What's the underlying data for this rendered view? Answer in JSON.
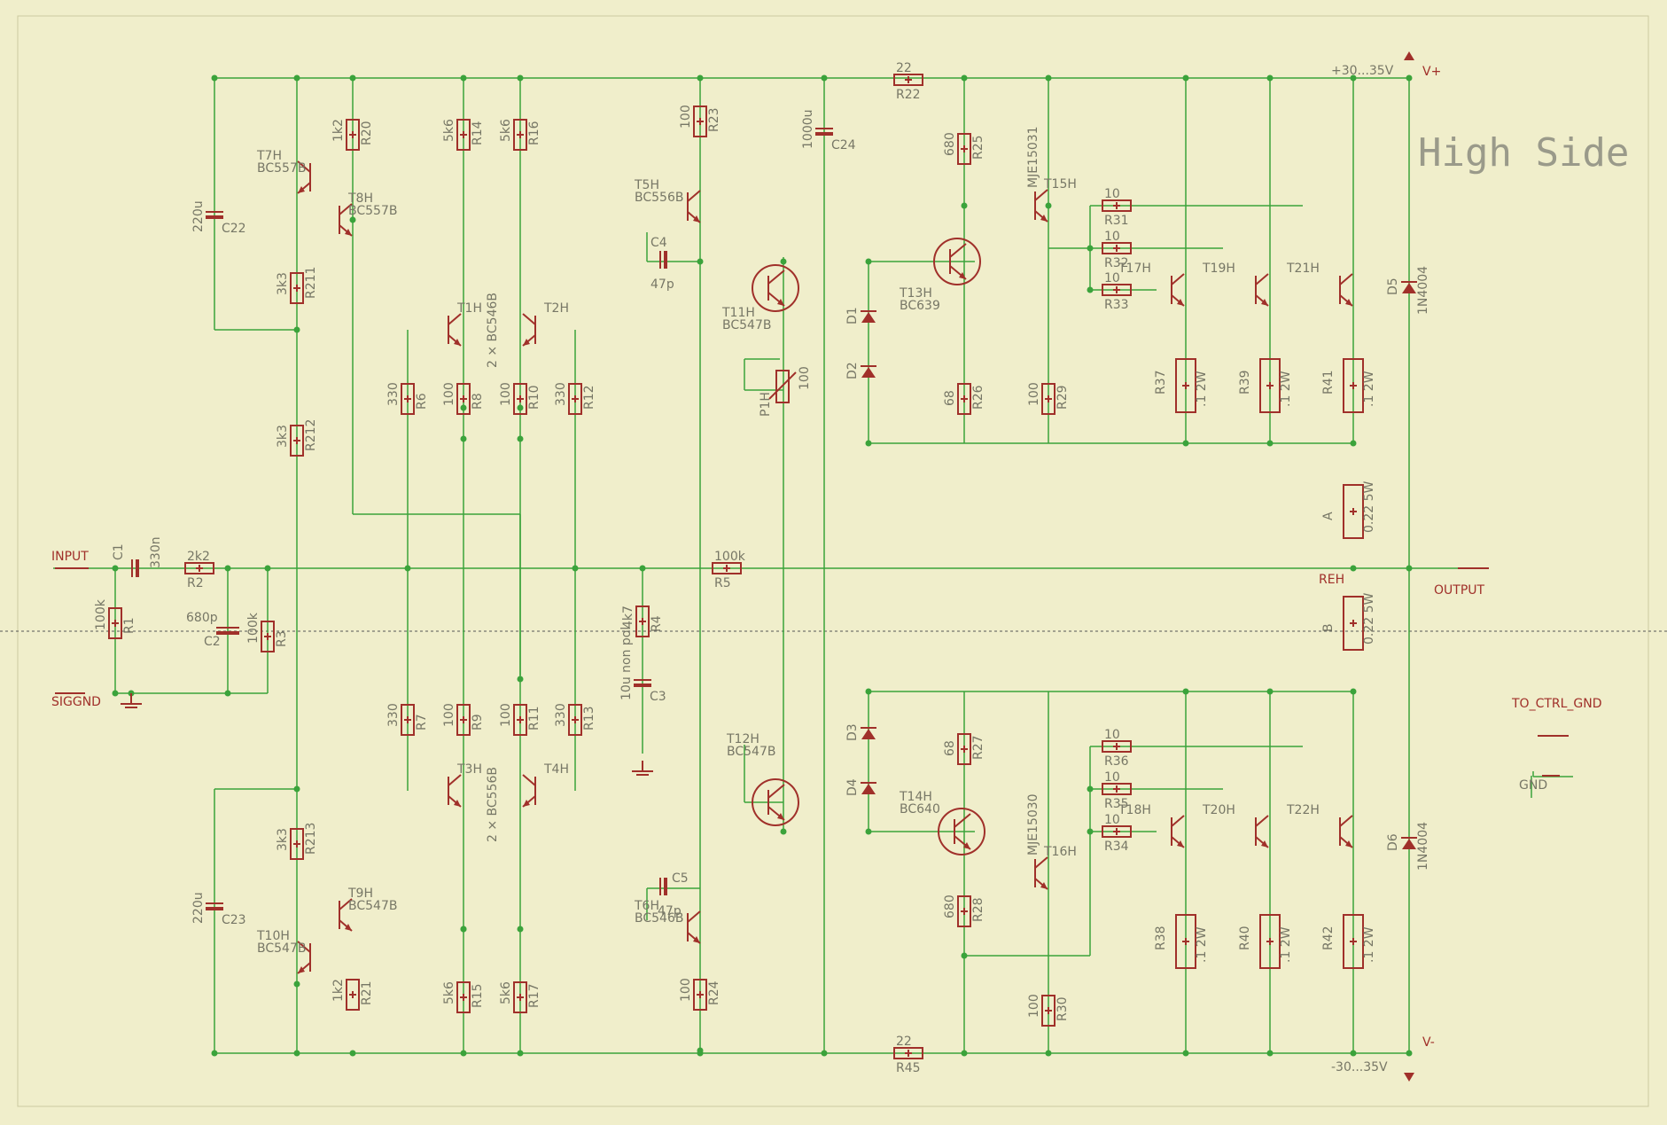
{
  "title": "High Side",
  "nets": {
    "input": "INPUT",
    "output": "OUTPUT",
    "siggnd": "SIGGND",
    "vplus": "V+",
    "vminus": "V-",
    "vplus_rating": "+30...35V",
    "vminus_rating": "-30...35V",
    "to_ctrl_gnd": "TO_CTRL_GND",
    "gnd": "GND",
    "reh": "REH"
  },
  "resistors": [
    {
      "name": "R20",
      "value": "1k2"
    },
    {
      "name": "R14",
      "value": "5k6"
    },
    {
      "name": "R16",
      "value": "5k6"
    },
    {
      "name": "R23",
      "value": "100"
    },
    {
      "name": "R211",
      "value": "3k3"
    },
    {
      "name": "R212",
      "value": "3k3"
    },
    {
      "name": "R6",
      "value": "330"
    },
    {
      "name": "R8",
      "value": "100"
    },
    {
      "name": "R10",
      "value": "100"
    },
    {
      "name": "R12",
      "value": "330"
    },
    {
      "name": "R1",
      "value": "100k"
    },
    {
      "name": "R2",
      "value": "2k2"
    },
    {
      "name": "R3",
      "value": "100k"
    },
    {
      "name": "R4",
      "value": "4k7"
    },
    {
      "name": "R5",
      "value": "100k"
    },
    {
      "name": "R7",
      "value": "330"
    },
    {
      "name": "R9",
      "value": "100"
    },
    {
      "name": "R11",
      "value": "100"
    },
    {
      "name": "R13",
      "value": "330"
    },
    {
      "name": "R213",
      "value": "3k3"
    },
    {
      "name": "R21",
      "value": "1k2"
    },
    {
      "name": "R15",
      "value": "5k6"
    },
    {
      "name": "R17",
      "value": "5k6"
    },
    {
      "name": "R24",
      "value": "100"
    },
    {
      "name": "R22",
      "value": "22"
    },
    {
      "name": "R45",
      "value": "22"
    },
    {
      "name": "R25",
      "value": "680"
    },
    {
      "name": "R26",
      "value": "68"
    },
    {
      "name": "R29",
      "value": "100"
    },
    {
      "name": "R27",
      "value": "68"
    },
    {
      "name": "R28",
      "value": "680"
    },
    {
      "name": "R30",
      "value": "100"
    },
    {
      "name": "R31",
      "value": "10"
    },
    {
      "name": "R32",
      "value": "10"
    },
    {
      "name": "R33",
      "value": "10"
    },
    {
      "name": "R36",
      "value": "10"
    },
    {
      "name": "R35",
      "value": "10"
    },
    {
      "name": "R34",
      "value": "10"
    },
    {
      "name": "R37",
      "value": ".1 2W"
    },
    {
      "name": "R39",
      "value": ".1 2W"
    },
    {
      "name": "R41",
      "value": ".1 2W"
    },
    {
      "name": "R38",
      "value": ".1 2W"
    },
    {
      "name": "R40",
      "value": ".1 2W"
    },
    {
      "name": "R42",
      "value": ".1 2W"
    },
    {
      "name": "A",
      "value": "0.22 5W"
    },
    {
      "name": "B",
      "value": "0.22 5W"
    }
  ],
  "capacitors": [
    {
      "name": "C1",
      "value": "330n"
    },
    {
      "name": "C2",
      "value": "680p"
    },
    {
      "name": "C22",
      "value": "220u"
    },
    {
      "name": "C23",
      "value": "220u"
    },
    {
      "name": "C3",
      "value": "10u non pol"
    },
    {
      "name": "C4",
      "value": "47p"
    },
    {
      "name": "C5",
      "value": "47p"
    },
    {
      "name": "C24",
      "value": "1000u"
    }
  ],
  "transistors": [
    {
      "name": "T7H",
      "part": "BC557B"
    },
    {
      "name": "T8H",
      "part": "BC557B"
    },
    {
      "name": "T9H",
      "part": "BC547B"
    },
    {
      "name": "T10H",
      "part": "BC547B"
    },
    {
      "name": "T1H",
      "part": ""
    },
    {
      "name": "T2H",
      "part": ""
    },
    {
      "name": "T3H",
      "part": ""
    },
    {
      "name": "T4H",
      "part": ""
    },
    {
      "name": "T5H",
      "part": "BC556B"
    },
    {
      "name": "T6H",
      "part": "BC546B"
    },
    {
      "name": "T11H",
      "part": "BC547B"
    },
    {
      "name": "T12H",
      "part": "BC547B"
    },
    {
      "name": "T13H",
      "part": "BC639"
    },
    {
      "name": "T14H",
      "part": "BC640"
    },
    {
      "name": "T15H",
      "part": "MJE15031"
    },
    {
      "name": "T16H",
      "part": "MJE15030"
    },
    {
      "name": "T17H",
      "part": ""
    },
    {
      "name": "T19H",
      "part": ""
    },
    {
      "name": "T21H",
      "part": ""
    },
    {
      "name": "T18H",
      "part": ""
    },
    {
      "name": "T20H",
      "part": ""
    },
    {
      "name": "T22H",
      "part": ""
    }
  ],
  "pair_labels": {
    "upper": "2 × BC546B",
    "lower": "2 × BC556B"
  },
  "pot": {
    "name": "P1H",
    "value": "100"
  },
  "diodes": [
    {
      "name": "D1",
      "part": ""
    },
    {
      "name": "D2",
      "part": ""
    },
    {
      "name": "D3",
      "part": ""
    },
    {
      "name": "D4",
      "part": ""
    },
    {
      "name": "D5",
      "part": "1N4004"
    },
    {
      "name": "D6",
      "part": "1N4004"
    }
  ]
}
